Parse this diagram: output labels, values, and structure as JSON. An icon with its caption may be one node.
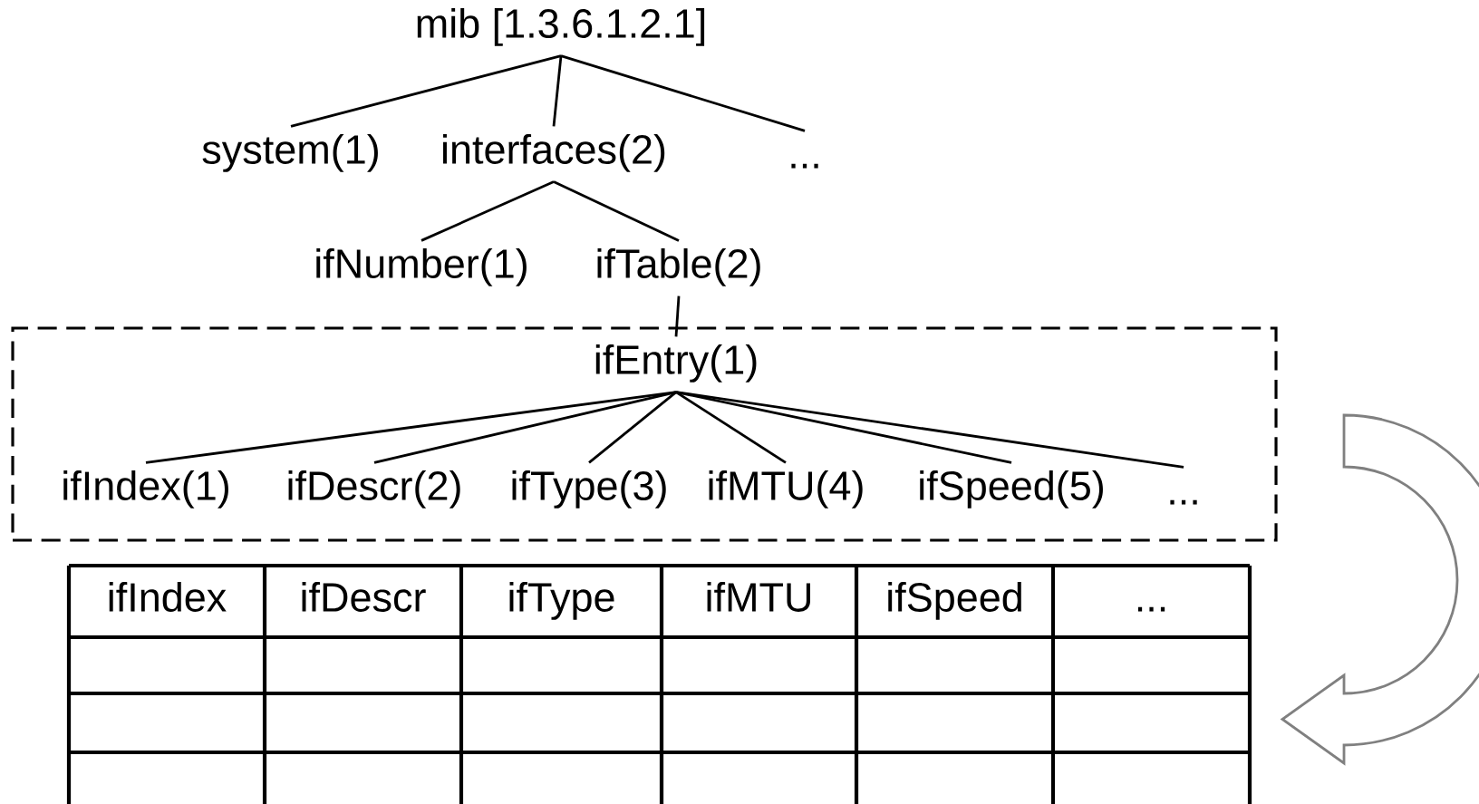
{
  "diagram": {
    "nodes": [
      {
        "text": [
          "mib [1.3.6.1.2.1]"
        ]
      },
      {
        "text": [
          "system(1)"
        ]
      },
      {
        "text": [
          "interfaces(2)"
        ]
      },
      {
        "text": [
          "..."
        ]
      },
      {
        "text": [
          "ifNumber(1)"
        ]
      },
      {
        "text": [
          "ifTable(2)"
        ]
      },
      {
        "text": [],
        "shape": "box"
      },
      {
        "text": [
          "ifEntry(1)"
        ],
        "in": 6
      },
      {
        "text": [
          "ifIndex(1)"
        ],
        "in": 6
      },
      {
        "text": [
          "ifDescr(2)"
        ],
        "in": 6
      },
      {
        "text": [
          "ifType(3)"
        ],
        "in": 6
      },
      {
        "text": [
          "ifMTU(4)"
        ],
        "in": 6
      },
      {
        "text": [
          "ifSpeed(5)"
        ],
        "in": 6
      },
      {
        "text": [
          "..."
        ],
        "in": 6
      }
    ],
    "edges": [
      {
        "from": 0,
        "to": 1,
        "arrow": "none"
      },
      {
        "from": 0,
        "to": 2,
        "arrow": "none"
      },
      {
        "from": 0,
        "to": 3,
        "arrow": "none"
      },
      {
        "from": 2,
        "to": 4,
        "arrow": "none"
      },
      {
        "from": 2,
        "to": 5,
        "arrow": "none"
      },
      {
        "from": 5,
        "to": 7,
        "arrow": "none"
      },
      {
        "from": 7,
        "to": 8,
        "arrow": "none"
      },
      {
        "from": 7,
        "to": 9,
        "arrow": "none"
      },
      {
        "from": 7,
        "to": 10,
        "arrow": "none"
      },
      {
        "from": 7,
        "to": 11,
        "arrow": "none"
      },
      {
        "from": 7,
        "to": 12,
        "arrow": "none"
      },
      {
        "from": 7,
        "to": 13,
        "arrow": "none"
      }
    ],
    "labels": [
      "ifIndex",
      "ifDescr",
      "ifType",
      "ifMTU",
      "ifSpeed",
      "..."
    ]
  }
}
